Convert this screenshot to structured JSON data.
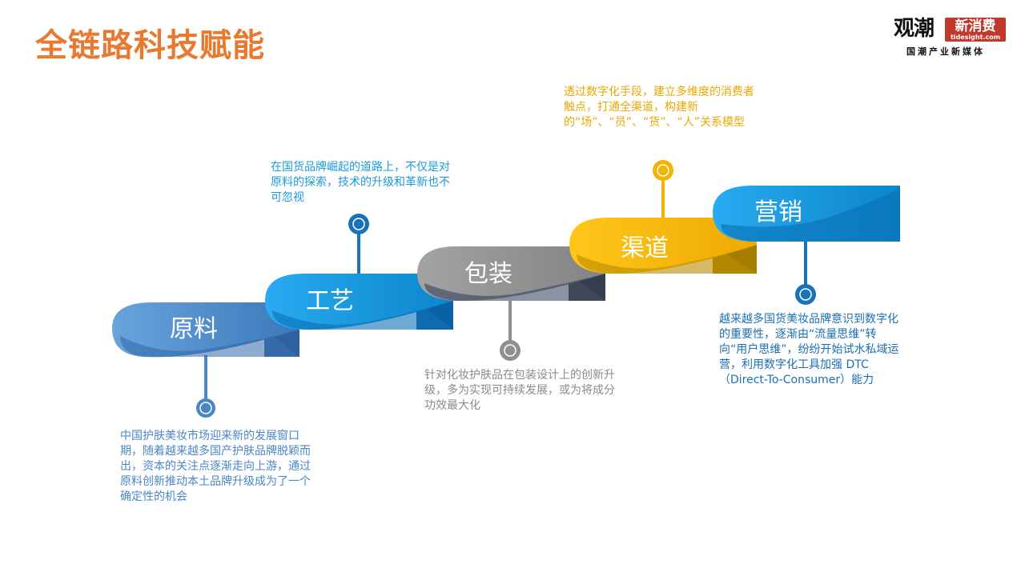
{
  "title": "全链路科技赋能",
  "logo": {
    "main": "观潮",
    "box_text": "新消费",
    "url": "tidesight.com",
    "subtitle": "国潮产业新媒体"
  },
  "steps": [
    {
      "label": "原料",
      "color": "#4a86c5",
      "description": "中国护肤美妆市场迎来新的发展窗口期，随着越来越多国产护肤品牌脱颖而出，资本的关注点逐渐走向上游，通过原料创新推动本土品牌升级成为了一个确定性的机会"
    },
    {
      "label": "工艺",
      "color": "#1a9ad8",
      "description": "在国货品牌崛起的道路上，不仅是对原料的探索，技术的升级和革新也不可忽视"
    },
    {
      "label": "包装",
      "color": "#8f8f8f",
      "description": "针对化妆护肤品在包装设计上的创新升级，多为实现可持续发展，或为将成分功效最大化"
    },
    {
      "label": "渠道",
      "color": "#f2b400",
      "description": "透过数字化手段，建立多维度的消费者触点，打通全渠道，构建新的“场”、“员”、“货”、“人”关系模型"
    },
    {
      "label": "营销",
      "color": "#1a9ad8",
      "description": "越来越多国货美妆品牌意识到数字化的重要性，逐渐由“流量思维”转向“用户思维”，纷纷开始试水私域运营，利用数字化工具加强 DTC（Direct-To-Consumer）能力"
    }
  ]
}
